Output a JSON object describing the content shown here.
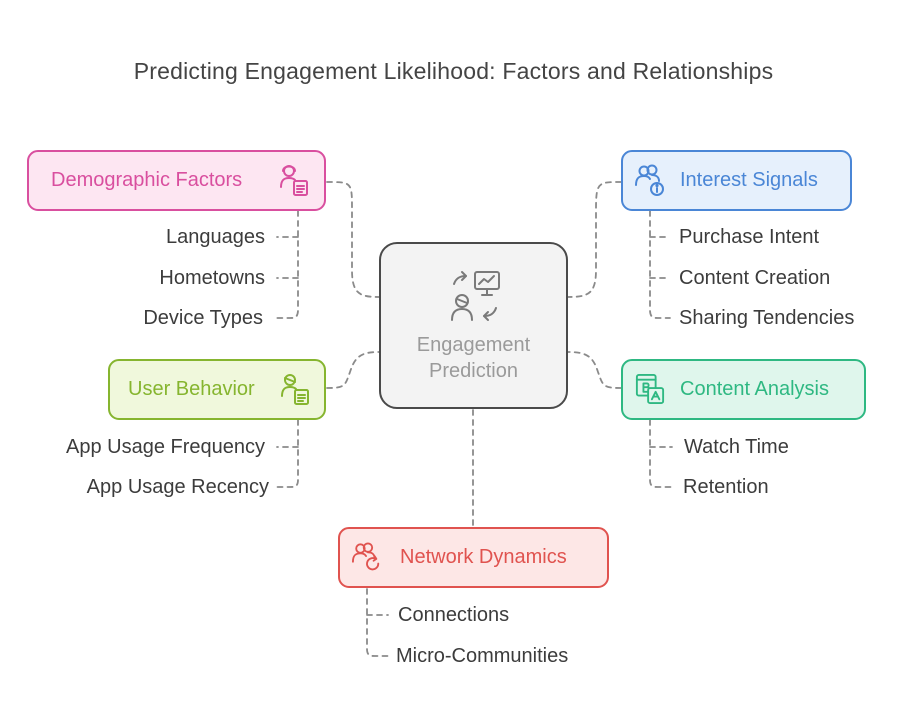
{
  "title": "Predicting Engagement Likelihood: Factors and Relationships",
  "center": {
    "line1": "Engagement",
    "line2": "Prediction",
    "icon": "engagement-prediction-icon"
  },
  "nodes": {
    "demographic": {
      "label": "Demographic Factors",
      "icon": "user-profile-icon",
      "color": "#d94f9f",
      "fill": "#fde6f2",
      "items": [
        "Languages",
        "Hometowns",
        "Device Types"
      ]
    },
    "behavior": {
      "label": "User Behavior",
      "icon": "user-profile-icon",
      "color": "#86b52f",
      "fill": "#f0f8dc",
      "items": [
        "App Usage Frequency",
        "App Usage Recency"
      ]
    },
    "interest": {
      "label": "Interest Signals",
      "icon": "users-info-icon",
      "color": "#4a86d6",
      "fill": "#e6f0fc",
      "items": [
        "Purchase Intent",
        "Content Creation",
        "Sharing Tendencies"
      ]
    },
    "content": {
      "label": "Content Analysis",
      "icon": "content-layout-icon",
      "color": "#2eb882",
      "fill": "#dff6ec",
      "items": [
        "Watch Time",
        "Retention"
      ]
    },
    "network": {
      "label": "Network Dynamics",
      "icon": "users-refresh-icon",
      "color": "#e0534f",
      "fill": "#fde7e6",
      "items": [
        "Connections",
        "Micro-Communities"
      ]
    }
  }
}
